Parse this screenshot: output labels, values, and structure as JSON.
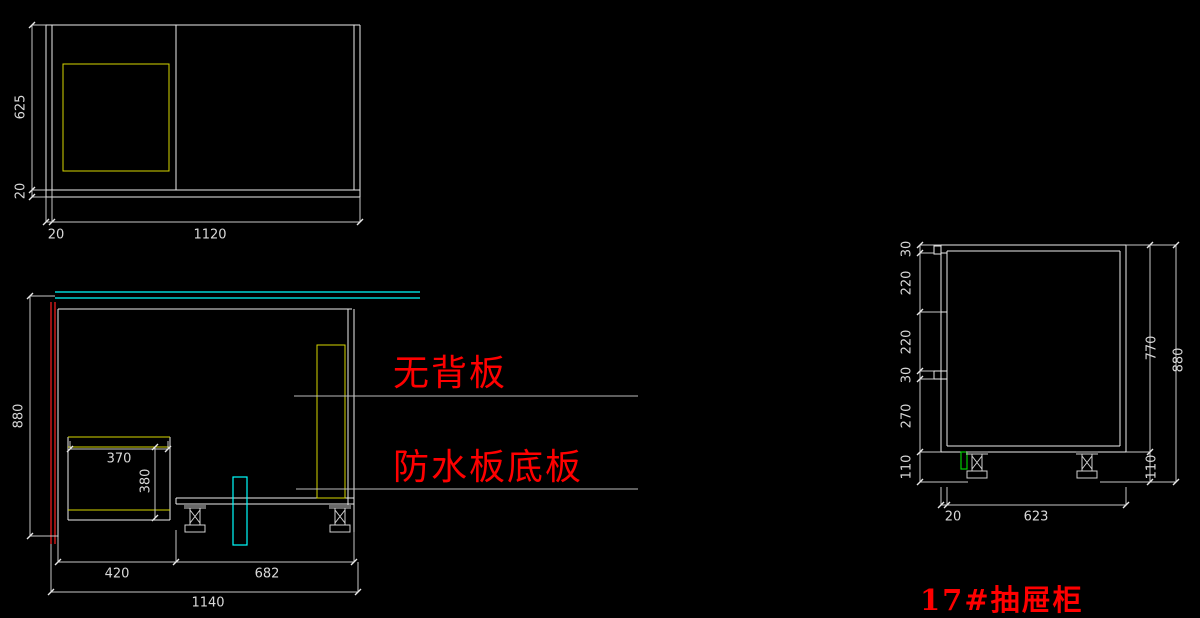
{
  "colors": {
    "background": "#000000",
    "object_lines": "#ebebeb",
    "dimension_lines": "#c9c9c9",
    "yellow_lines": "#d6d600",
    "cyan_lines": "#00ffff",
    "red_lines": "#ff2020",
    "green_mark": "#00cc00",
    "annotation_red": "#ff0000"
  },
  "plan_view": {
    "dim_height": "625",
    "dim_left_thickness": "20",
    "dim_bottom_thickness": "20",
    "dim_bottom_width": "1120"
  },
  "front_view": {
    "dim_height": "880",
    "dim_inner_width": "370",
    "dim_inner_height": "380",
    "dim_bottom_left": "420",
    "dim_bottom_right": "682",
    "dim_bottom_total": "1140",
    "label_no_back_panel": "无背板",
    "label_waterproof_bottom": "防水板底板"
  },
  "section_view": {
    "left_dims": [
      "30",
      "220",
      "220",
      "30",
      "270",
      "110"
    ],
    "dim_right_inner": "770",
    "dim_right_total": "880",
    "dim_right_feet": "110",
    "dim_bottom_thickness": "20",
    "dim_bottom_width": "623",
    "title": "17#抽屉柜"
  }
}
